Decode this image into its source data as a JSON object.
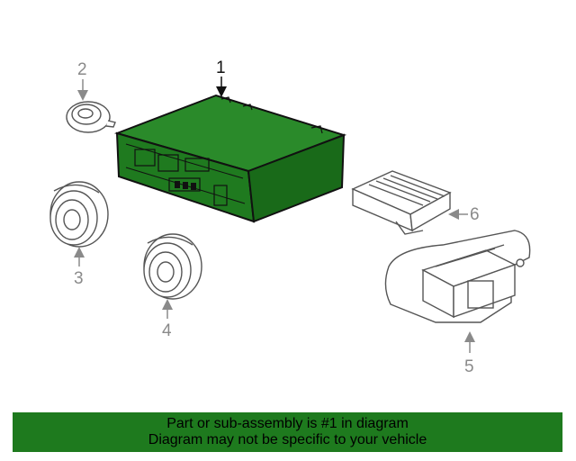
{
  "callouts": {
    "c1": "1",
    "c2": "2",
    "c3": "3",
    "c4": "4",
    "c5": "5",
    "c6": "6"
  },
  "banner": {
    "line1": "Part or sub-assembly is #1 in diagram",
    "line2": "Diagram may not be specific to your vehicle"
  },
  "colors": {
    "highlight": "#1e7a1e",
    "module_fill": "#1f7a1f",
    "line_art": "#555555",
    "callout_gray": "#8a8a8a"
  }
}
